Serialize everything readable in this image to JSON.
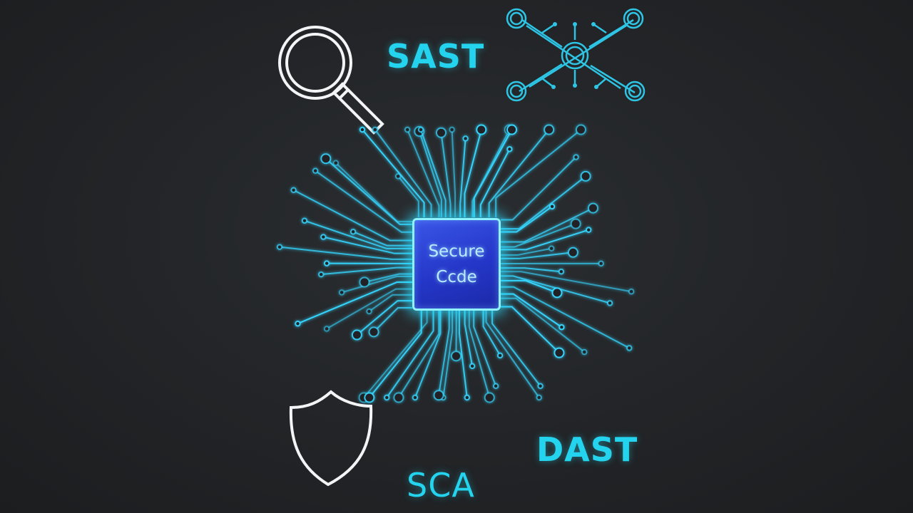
{
  "colors": {
    "accent": "#24d4ee",
    "circuit": "#35d6ff",
    "network": "#2ec4e4",
    "icon_white": "#f2f4f5",
    "chip_fill": "#2a3fd6",
    "background": "#222427"
  },
  "labels": {
    "sast": "SAST",
    "dast": "DAST",
    "sca": "SCA"
  },
  "chip": {
    "line1": "Secure",
    "line2": "Ccde"
  },
  "icons": {
    "magnifier": "magnifying-glass-icon",
    "network": "network-nodes-icon",
    "shield": "shield-icon",
    "circuit": "circuit-traces"
  }
}
